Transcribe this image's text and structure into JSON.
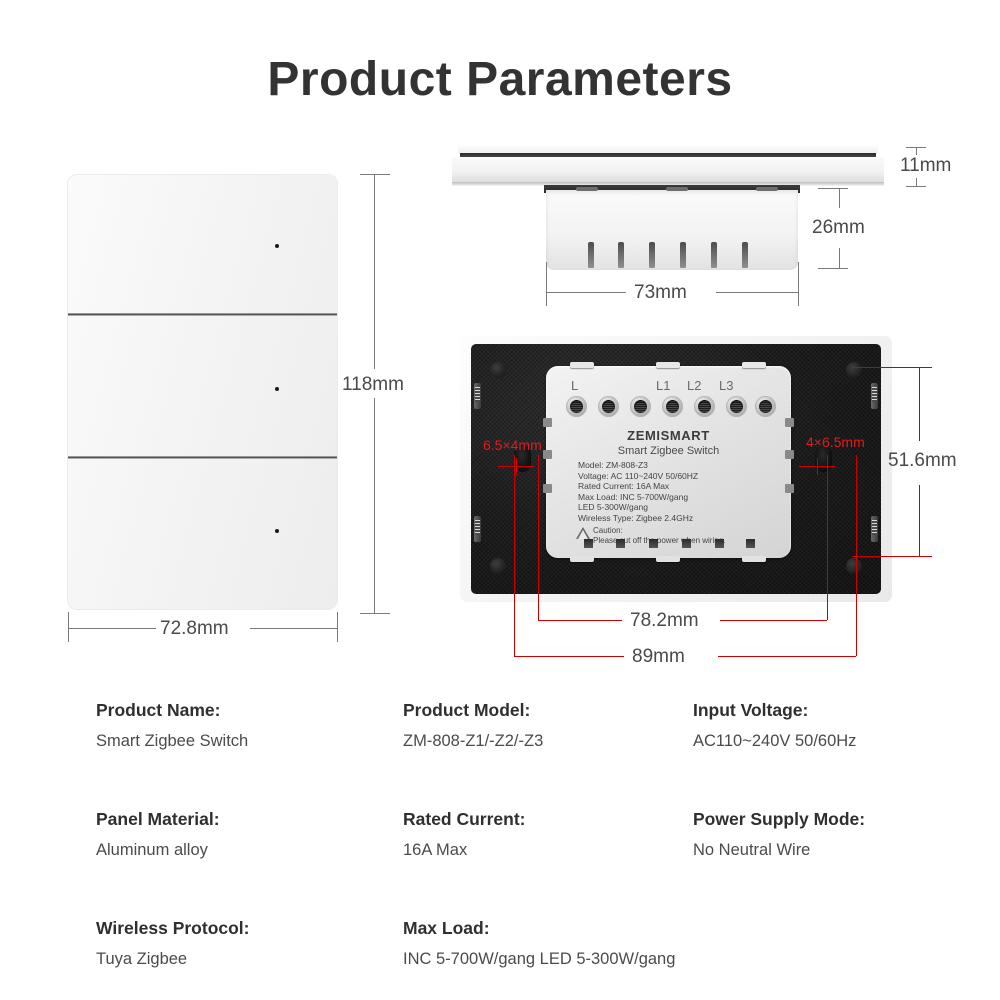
{
  "title": "Product Parameters",
  "dimensions": {
    "panel_height": "118mm",
    "panel_width": "72.8mm",
    "side_thickness": "11mm",
    "back_depth": "26mm",
    "back_width": "73mm",
    "module_height": "51.6mm",
    "mount_inner_width": "78.2mm",
    "mount_outer_width": "89mm",
    "hole_left": "6.5×4mm",
    "hole_right": "4×6.5mm"
  },
  "module_label": {
    "brand": "ZEMISMART",
    "product": "Smart Zigbee Switch",
    "lines": [
      "Model: ZM-808-Z3",
      "Voltage: AC 110~240V   50/60HZ",
      "Rated Current: 16A Max",
      "Max Load: INC 5-700W/gang",
      "                LED 5-300W/gang",
      "Wireless Type: Zigbee 2.4GHz"
    ],
    "caution_title": "Caution:",
    "caution_text": "Please cut off the power when wiring."
  },
  "terminals": [
    "L",
    "L1",
    "L2",
    "L3"
  ],
  "specs": [
    {
      "key": "Product Name:",
      "value": "Smart Zigbee Switch"
    },
    {
      "key": "Panel Material:",
      "value": "Aluminum alloy"
    },
    {
      "key": "Wireless Protocol:",
      "value": "Tuya Zigbee"
    },
    {
      "key": "Product Model:",
      "value": "ZM-808-Z1/-Z2/-Z3"
    },
    {
      "key": "Rated Current:",
      "value": "16A Max"
    },
    {
      "key": "Max Load:",
      "value": "INC 5-700W/gang   LED 5-300W/gang"
    },
    {
      "key": "Input Voltage:",
      "value": "AC110~240V 50/60Hz"
    },
    {
      "key": "Power Supply Mode:",
      "value": "No Neutral Wire"
    }
  ],
  "colors": {
    "background": "#ffffff",
    "title": "#333333",
    "dimension_gray": "#7a7a7a",
    "dimension_red": "#cc0000",
    "frame_dark": "#1b1b1b"
  }
}
